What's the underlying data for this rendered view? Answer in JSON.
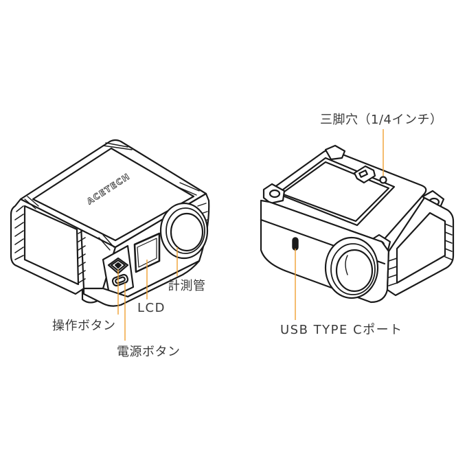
{
  "device": {
    "brand_logo": "ACETECH"
  },
  "labels": {
    "tripod_hole": "三脚穴（1/4インチ）",
    "measurement_tube": "計測管",
    "lcd": "LCD",
    "operation_buttons": "操作ボタン",
    "power_button": "電源ボタン",
    "usb_port": "USB TYPE Cポート"
  },
  "colors": {
    "outline": "#1a1a1a",
    "leader_line": "#f0a030",
    "label_text": "#3a3a3a",
    "background": "#ffffff"
  }
}
